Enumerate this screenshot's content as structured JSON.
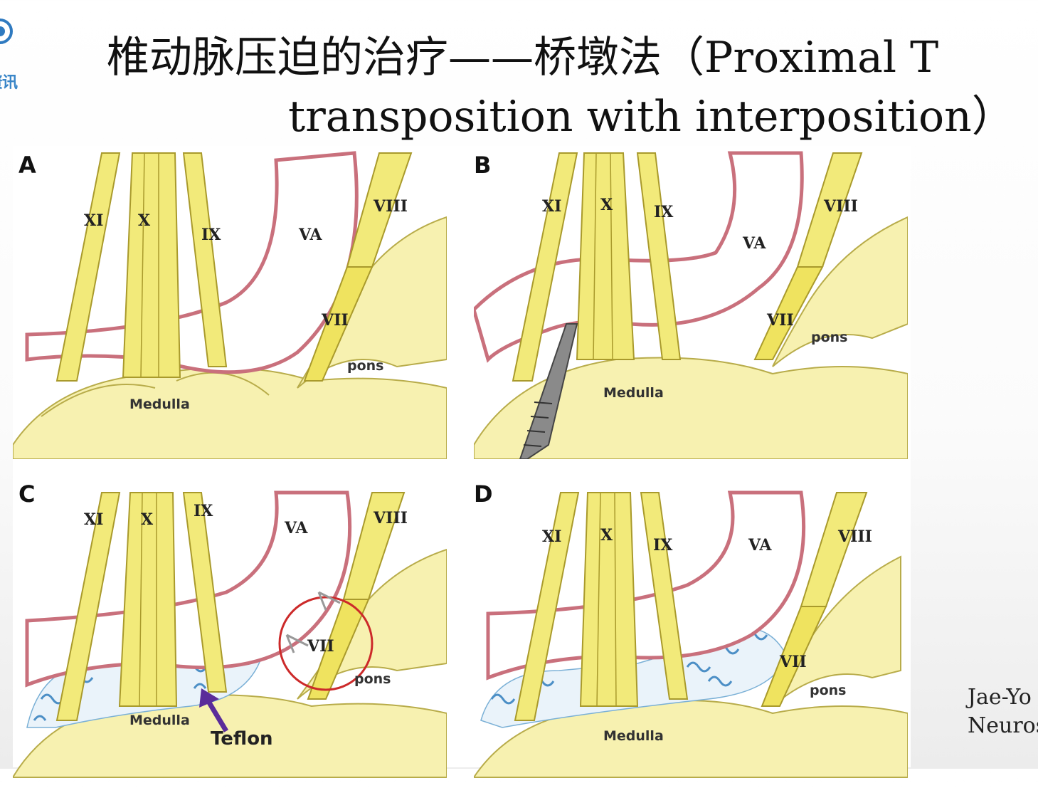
{
  "logo": {
    "text": "资讯"
  },
  "title": {
    "line1": "椎动脉压迫的治疗——桥墩法（Proximal T",
    "line2": "transposition with interposition）"
  },
  "panels": [
    {
      "letter": "A"
    },
    {
      "letter": "B"
    },
    {
      "letter": "C"
    },
    {
      "letter": "D"
    }
  ],
  "labels": {
    "xi": "XI",
    "x": "X",
    "ix": "IX",
    "va": "VA",
    "viii": "VIII",
    "vii": "VII",
    "pons": "pons",
    "medulla": "Medulla",
    "teflon": "Teflon"
  },
  "citation": {
    "line1": "Jae-Yo",
    "line2": "Neuros"
  },
  "colors": {
    "nerve": "#f2ea7a",
    "nerve_stroke": "#a99a2c",
    "artery": "#ffffff",
    "artery_edge": "#c9707c",
    "brainstem": "#f7f1b0",
    "teflon": "#7ab0d6",
    "circle": "#cc2a2a",
    "arrow": "#5a2c9a"
  }
}
